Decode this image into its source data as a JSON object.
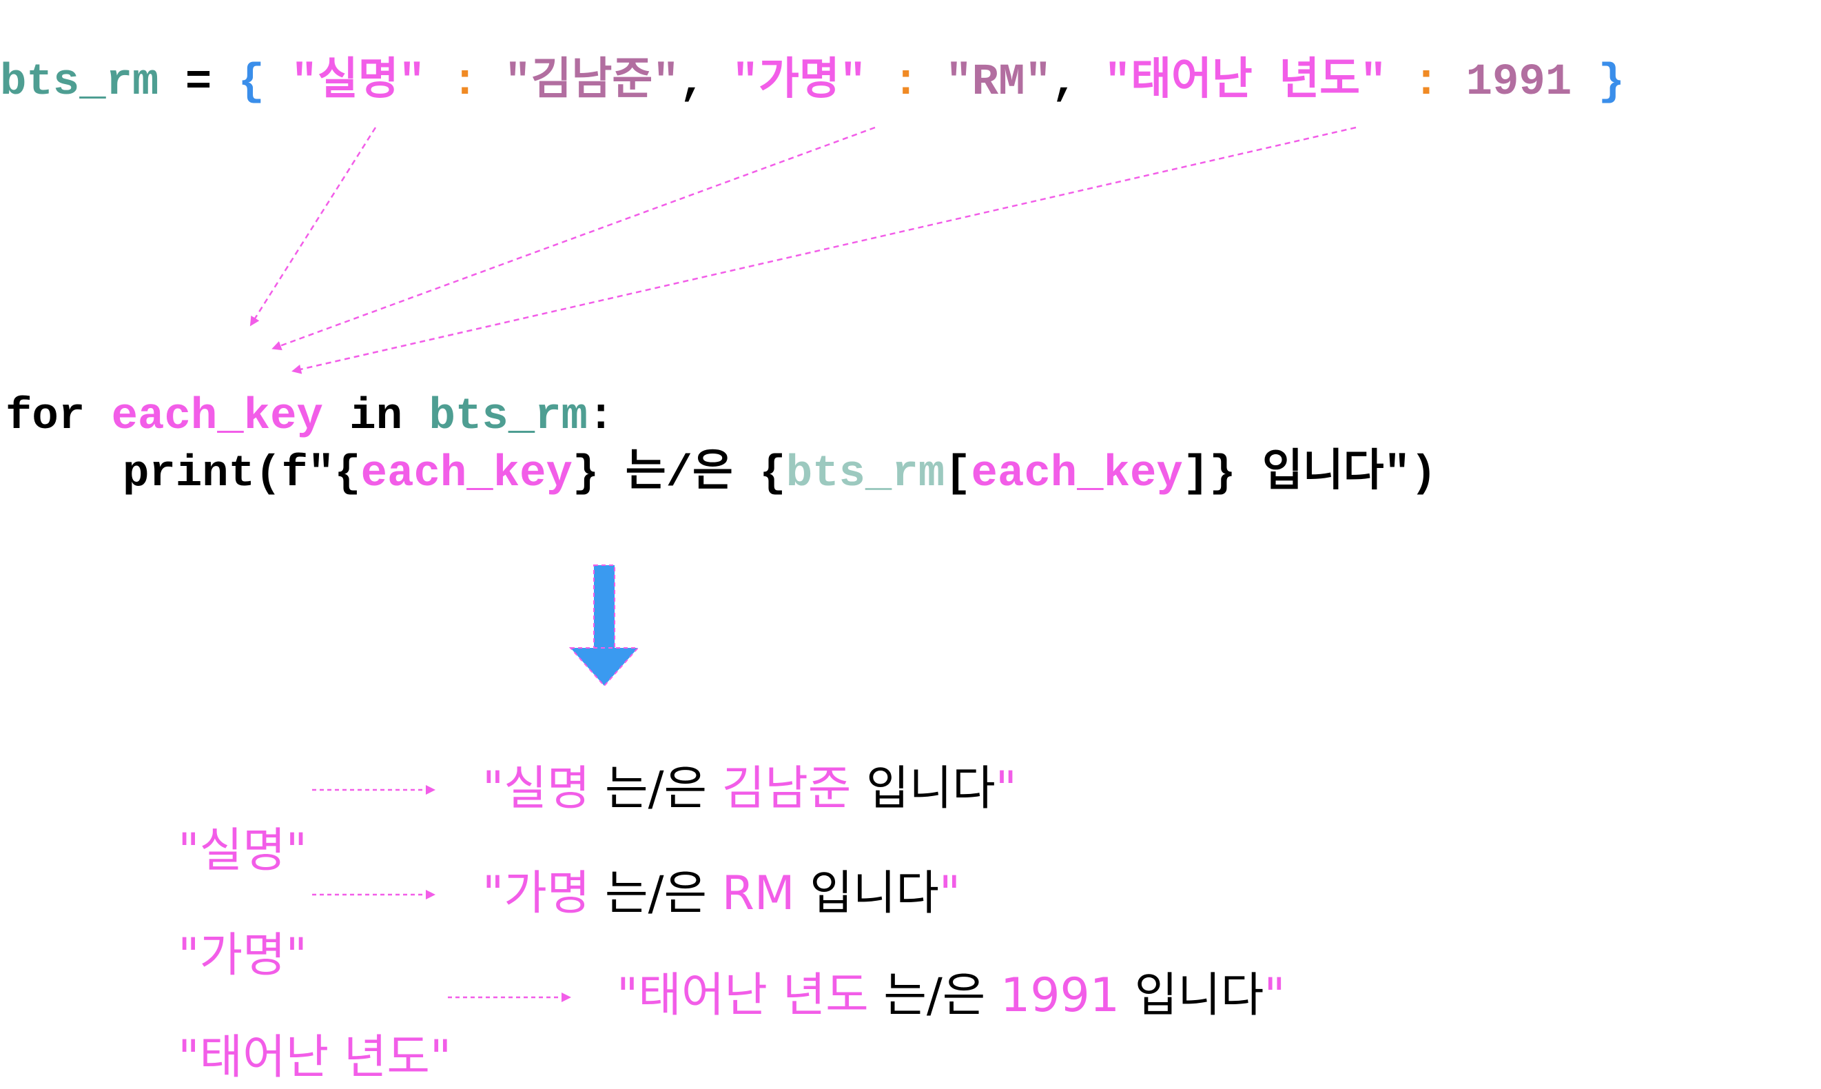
{
  "dict_line": {
    "var": "bts_rm",
    "eq": " = ",
    "open_brace": "{",
    "key1": " \"실명\" ",
    "colon1": ":",
    "val1": " \"김남준\"",
    "comma1": ", ",
    "key2": "\"가명\" ",
    "colon2": ":",
    "val2": " \"RM\"",
    "comma2": ", ",
    "key3": "\"태어난 년도\" ",
    "colon3": ":",
    "val3": " 1991 ",
    "close_brace": "}"
  },
  "for_line": {
    "kw_for": "for ",
    "loop_var": "each_key",
    "kw_in": " in ",
    "iter": "bts_rm",
    "colon": ":"
  },
  "print_line": {
    "p1": "print(f\"{",
    "p2": "each_key",
    "p3": "} 는/은 {",
    "p4": "bts_rm",
    "p5": "[",
    "p6": "each_key",
    "p7": "]} 입니다\")"
  },
  "outputs": [
    {
      "key": "\"실명\"",
      "res_open": "\"실명",
      "res_mid": " 는/은 ",
      "res_val": "김남준",
      "res_tail": " 입니다",
      "res_close": "\""
    },
    {
      "key": "\"가명\"",
      "res_open": "\"가명",
      "res_mid": " 는/은 ",
      "res_val": "RM",
      "res_tail": " 입니다",
      "res_close": "\""
    },
    {
      "key": "\"태어난 년도\"",
      "res_open": "\"태어난 년도",
      "res_mid": " 는/은 ",
      "res_val": "1991",
      "res_tail": " 입니다",
      "res_close": "\""
    }
  ],
  "colors": {
    "teal": "#4e9e92",
    "blue": "#3a8eea",
    "mauve": "#b26ea0",
    "pink": "#f25de8",
    "orange": "#f08a24",
    "arrow_blue": "#3a9af0"
  }
}
